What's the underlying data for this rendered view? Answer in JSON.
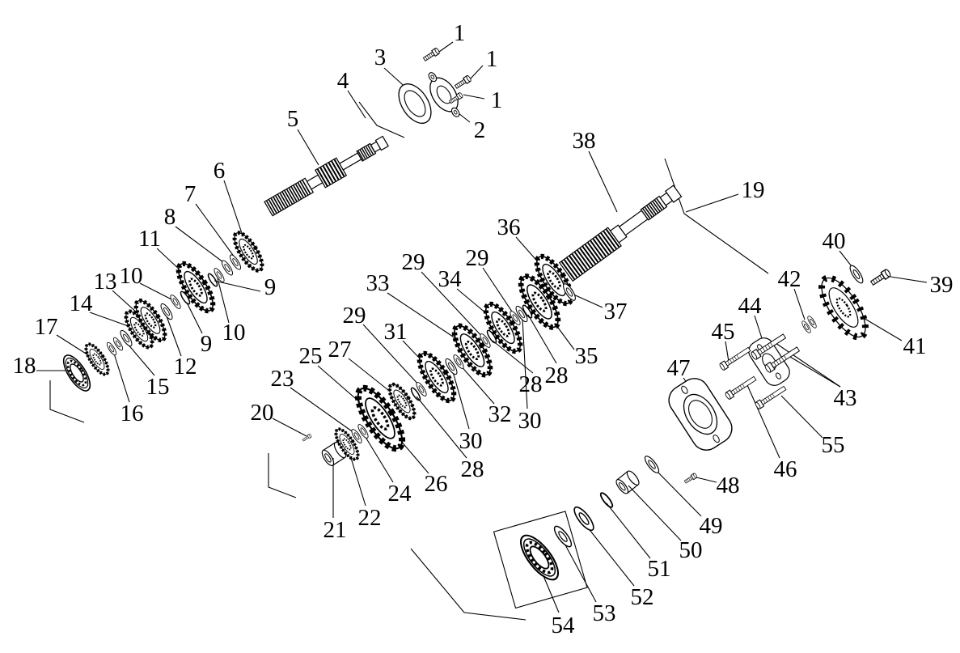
{
  "diagram": {
    "type": "exploded-parts-diagram",
    "subject": "gearbox transmission shaft assembly",
    "colors": {
      "background": "#ffffff",
      "ink": "#000000"
    },
    "labels": [
      "1",
      "1",
      "1",
      "3",
      "4",
      "2",
      "5",
      "6",
      "7",
      "8",
      "11",
      "10",
      "13",
      "14",
      "17",
      "18",
      "9",
      "10",
      "9",
      "12",
      "15",
      "16",
      "38",
      "19",
      "36",
      "37",
      "35",
      "29",
      "29",
      "34",
      "33",
      "29",
      "31",
      "27",
      "25",
      "23",
      "20",
      "28",
      "28",
      "30",
      "32",
      "30",
      "28",
      "26",
      "24",
      "22",
      "21",
      "40",
      "39",
      "42",
      "44",
      "45",
      "41",
      "43",
      "47",
      "55",
      "46",
      "48",
      "49",
      "50",
      "51",
      "52",
      "53",
      "54"
    ]
  }
}
